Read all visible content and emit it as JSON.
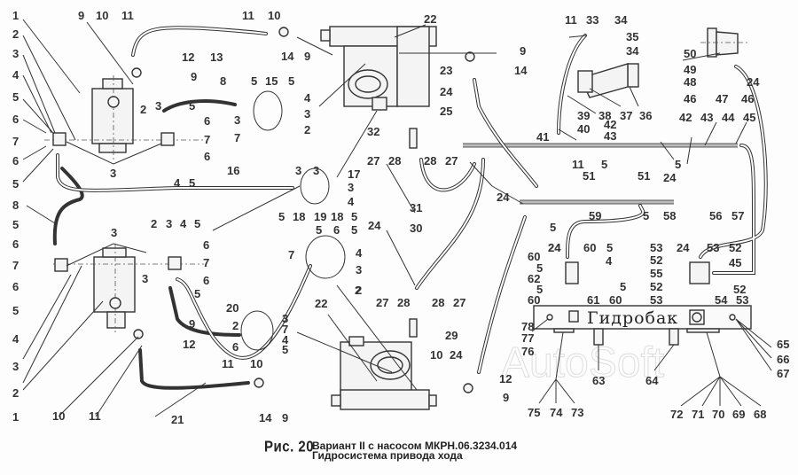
{
  "figure": {
    "number_label": "Рис. 20",
    "caption_line1": "Вариант II с насосом МКРН.06.3234.014",
    "caption_line2": "Гидросистема привода хода",
    "watermark": "AutoSoft",
    "tank_label": "Гидробак"
  },
  "callouts": {
    "left_top": [
      "1",
      "2",
      "3",
      "4",
      "5",
      "6",
      "7",
      "6",
      "5"
    ],
    "left_bottom": [
      "8",
      "5",
      "6",
      "7",
      "6",
      "5",
      "4",
      "3",
      "2",
      "1"
    ],
    "top_filter": [
      "9",
      "10",
      "11",
      "12",
      "9",
      "13"
    ],
    "top_valve": [
      "11",
      "10",
      "14",
      "9"
    ],
    "fitting_a": [
      "2",
      "3",
      "5",
      "6",
      "7",
      "6",
      "5",
      "4",
      "3"
    ],
    "fitting_b": [
      "8",
      "5",
      "15",
      "5",
      "4",
      "3",
      "3",
      "7",
      "2"
    ],
    "pump_top": [
      "22",
      "3"
    ],
    "right_top_fittings": [
      "9",
      "23",
      "14",
      "24",
      "25"
    ],
    "center_fitting": [
      "32",
      "27",
      "28",
      "28",
      "27"
    ],
    "center_fitting_c": [
      "16",
      "3",
      "17",
      "3",
      "4",
      "5",
      "18",
      "19",
      "18",
      "5"
    ],
    "center_fitting_d": [
      "5",
      "6",
      "5",
      "7",
      "4",
      "3",
      "2"
    ],
    "hoses_center": [
      "24",
      "31",
      "30",
      "24"
    ],
    "bottom_left_fitting": [
      "3",
      "2",
      "3",
      "4",
      "5",
      "6",
      "7",
      "3",
      "6",
      "5"
    ],
    "bottom_filter": [
      "9",
      "12",
      "10",
      "11",
      "21",
      "20"
    ],
    "bottom_fitting_e": [
      "2",
      "3",
      "7",
      "4",
      "6",
      "5"
    ],
    "bottom_valve": [
      "11",
      "10",
      "14",
      "9"
    ],
    "pump_bottom": [
      "22",
      "2"
    ],
    "bottom_center_fitting": [
      "27",
      "28",
      "28",
      "27",
      "29"
    ],
    "bottom_right_valve": [
      "10",
      "24",
      "12",
      "9"
    ],
    "top_right_cooler": [
      "11",
      "33",
      "34",
      "35",
      "34",
      "36",
      "37",
      "38",
      "39",
      "40",
      "41"
    ],
    "top_right_motor": [
      "50",
      "49",
      "48",
      "46",
      "47",
      "46",
      "24"
    ],
    "top_right_pipe": [
      "42",
      "43",
      "5",
      "42",
      "43",
      "44",
      "45",
      "5"
    ],
    "mid_right_pipe": [
      "11",
      "51",
      "51",
      "24",
      "59",
      "5",
      "5",
      "58",
      "24"
    ],
    "tank_left_block": [
      "24",
      "60",
      "5",
      "4",
      "60",
      "5",
      "62",
      "5",
      "60",
      "61",
      "60",
      "5"
    ],
    "tank_right_block": [
      "56",
      "57",
      "53",
      "24",
      "53",
      "52",
      "52",
      "45",
      "55",
      "52",
      "52",
      "53",
      "54",
      "53"
    ],
    "tank_side": [
      "78",
      "77",
      "76",
      "65",
      "66",
      "67"
    ],
    "tank_bottom": [
      "63",
      "64",
      "75",
      "74",
      "73",
      "72",
      "71",
      "70",
      "69",
      "68"
    ]
  },
  "colors": {
    "ink": "#333333",
    "paper": "#fdfdfd",
    "watermark": "#dddddd"
  }
}
